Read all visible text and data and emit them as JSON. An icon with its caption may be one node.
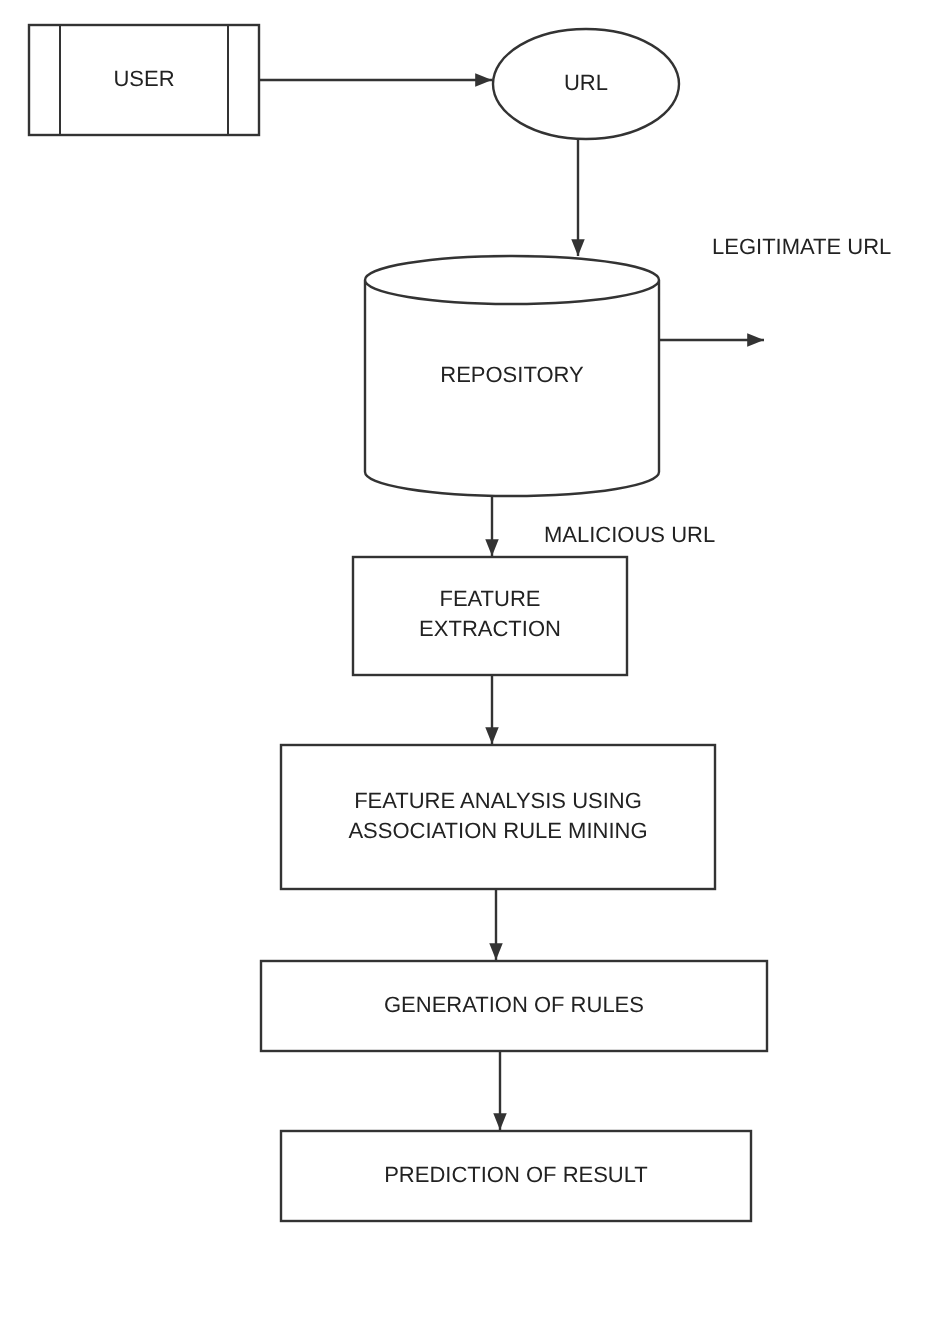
{
  "diagram": {
    "nodes": [
      {
        "text": [
          "USER"
        ]
      },
      {
        "text": [
          "URL"
        ]
      },
      {
        "text": [
          "REPOSITORY"
        ]
      },
      {
        "text": [
          "FEATURE EXTRACTION"
        ]
      },
      {
        "text": [
          "FEATURE ANALYSIS USING ASSOCIATION RULE MINING"
        ]
      },
      {
        "text": [
          "GENERATION OF RULES"
        ]
      },
      {
        "text": [
          "PREDICTION OF RESULT"
        ]
      }
    ],
    "edges": [
      {
        "from": 0,
        "to": 1,
        "arrow": "to"
      },
      {
        "from": 1,
        "to": 2,
        "arrow": "to"
      },
      {
        "from": 2,
        "to": null,
        "arrow": "to",
        "label": "LEGITIMATE URL"
      },
      {
        "from": 2,
        "to": 3,
        "arrow": "to",
        "label": "MALICIOUS URL"
      },
      {
        "from": 3,
        "to": 4,
        "arrow": "to"
      },
      {
        "from": 4,
        "to": 5,
        "arrow": "to"
      },
      {
        "from": 5,
        "to": 6,
        "arrow": "to"
      }
    ]
  }
}
